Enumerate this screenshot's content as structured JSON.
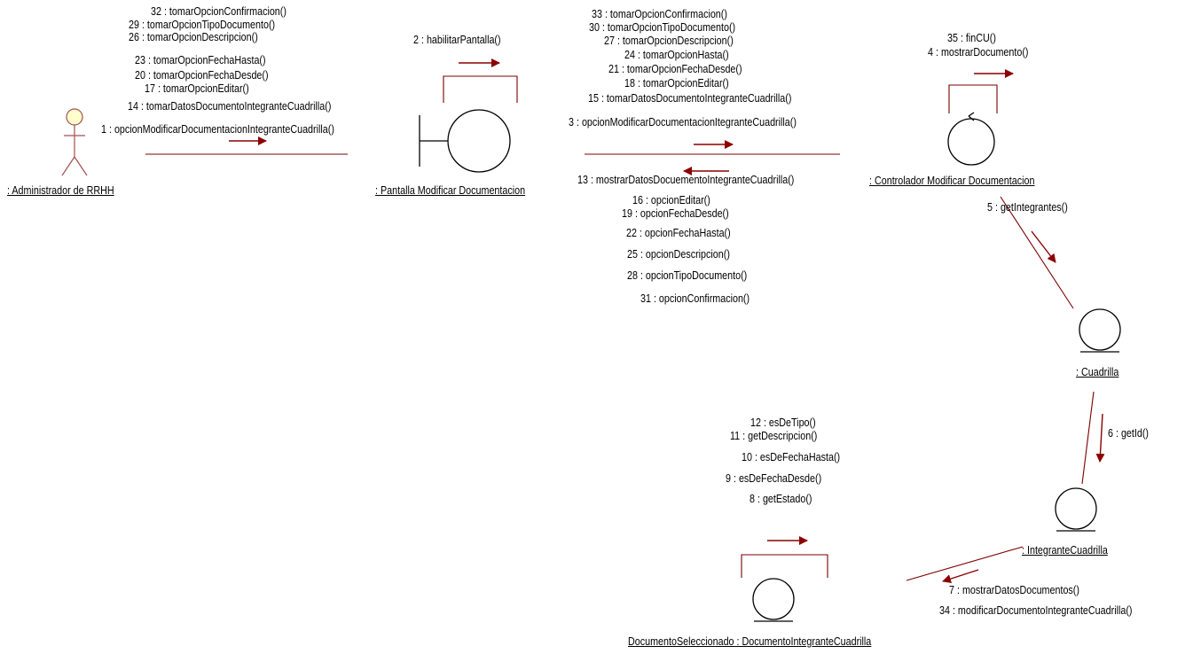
{
  "colors": {
    "link": "#7a0000",
    "arrow": "#8b0000",
    "shape": "#000000",
    "actor_fill": "#ffffcc",
    "actor_stroke": "#a05050"
  },
  "objects": {
    "admin": ": Administrador de RRHH",
    "pantalla": ": Pantalla Modificar Documentacion",
    "controlador": ": Controlador Modificar Documentacion",
    "cuadrilla": ": Cuadrilla",
    "integrante": ": IntegranteCuadrilla",
    "documento": "DocumentoSeleccionado : DocumentoIntegranteCuadrilla"
  },
  "messages": {
    "admin_to_pantalla": [
      "32 : tomarOpcionConfirmacion()",
      "29 : tomarOpcionTipoDocumento()",
      "26 : tomarOpcionDescripcion()",
      "23 : tomarOpcionFechaHasta()",
      "20 : tomarOpcionFechaDesde()",
      "17 : tomarOpcionEditar()",
      "14 : tomarDatosDocumentoIntegranteCuadrilla()",
      "1 : opcionModificarDocumentacionIntegranteCuadrilla()"
    ],
    "pantalla_self": [
      "2 : habilitarPantalla()"
    ],
    "pantalla_to_controlador": [
      "33 : tomarOpcionConfirmacion()",
      "30 : tomarOpcionTipoDocumento()",
      "27 : tomarOpcionDescripcion()",
      "24 : tomarOpcionHasta()",
      "21 : tomarOpcionFechaDesde()",
      "18 : tomarOpcionEditar()",
      "15 : tomarDatosDocumentoIntegranteCuadrilla()",
      "3 : opcionModificarDocumentacionItegranteCuadrilla()"
    ],
    "controlador_to_pantalla": [
      "13 : mostrarDatosDocuementoIntegranteCuadrilla()",
      "16 : opcionEditar()",
      "19 : opcionFechaDesde()",
      "22 : opcionFechaHasta()",
      "25 : opcionDescripcion()",
      "28 : opcionTipoDocumento()",
      "31 : opcionConfirmacion()"
    ],
    "controlador_self": [
      "35 : finCU()",
      "4 : mostrarDocumento()"
    ],
    "controlador_to_cuadrilla": [
      "5 : getIntegrantes()"
    ],
    "cuadrilla_to_integrante": [
      "6 : getId()"
    ],
    "integrante_to_documento": [
      "7 : mostrarDatosDocumentos()",
      "34 : modificarDocumentoIntegranteCuadrilla()"
    ],
    "documento_self": [
      "12 : esDeTipo()",
      "11 : getDescripcion()",
      "10 : esDeFechaHasta()",
      "9 : esDeFechaDesde()",
      "8 : getEstado()"
    ]
  }
}
